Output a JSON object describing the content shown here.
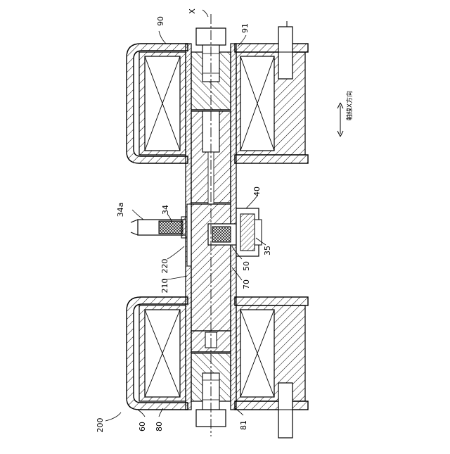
{
  "drawing": {
    "axis_label": "X",
    "direction_label": "軸線X方向",
    "labels": {
      "l90": "90",
      "l91": "91",
      "l40": "40",
      "l34a": "34a",
      "l34": "34",
      "l35": "35",
      "l220": "220",
      "l210": "210",
      "l50": "50",
      "l70": "70",
      "l200": "200",
      "l60": "60",
      "l80": "80",
      "l81": "81"
    }
  }
}
